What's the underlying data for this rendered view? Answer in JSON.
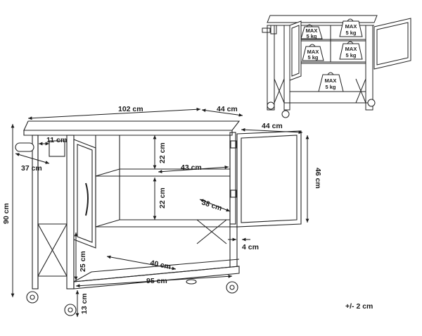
{
  "dimensions": {
    "width_total": "102 cm",
    "depth_total": "44 cm",
    "door_width": "44 cm",
    "door_height": "46 cm",
    "height_total": "90 cm",
    "handle_length": "37 cm",
    "handle_offset": "11 cm",
    "shelf_upper_height": "22 cm",
    "shelf_lower_height": "22 cm",
    "shelf_width": "43 cm",
    "shelf_depth": "38 cm",
    "bottom_depth": "40 cm",
    "inner_width": "95 cm",
    "bottom_clearance": "25 cm",
    "leg_gap": "4 cm",
    "wheel_height": "13 cm"
  },
  "load_limits": [
    {
      "line1": "MAX",
      "line2": "5 kg"
    },
    {
      "line1": "MAX",
      "line2": "5 kg"
    },
    {
      "line1": "MAX",
      "line2": "5 kg"
    },
    {
      "line1": "MAX",
      "line2": "5 kg"
    },
    {
      "line1": "MAX",
      "line2": "5 kg"
    }
  ],
  "tolerance": "+/- 2 cm"
}
